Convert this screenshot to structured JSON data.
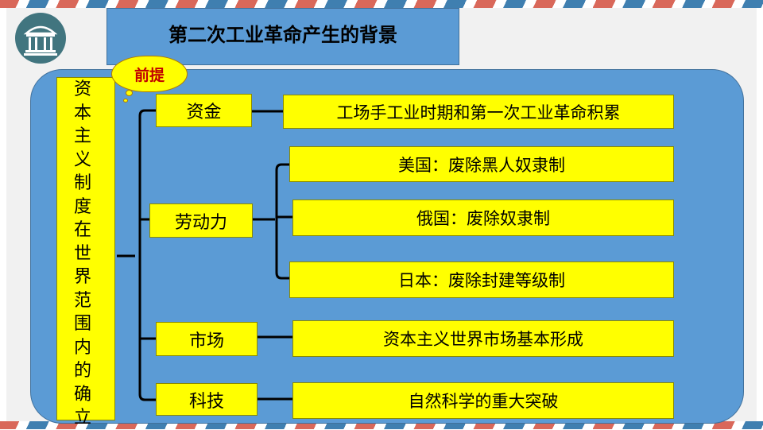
{
  "slide": {
    "title": "第二次工业革命产生的背景",
    "premise_label": "前提",
    "premise": "资本主义制度在世界范围内的确立",
    "categories": [
      {
        "label": "资金",
        "details": [
          "工场手工业时期和第一次工业革命积累"
        ]
      },
      {
        "label": "劳动力",
        "details": [
          "美国：废除黑人奴隶制",
          "俄国：废除奴隶制",
          "日本：废除封建等级制"
        ]
      },
      {
        "label": "市场",
        "details": [
          "资本主义世界市场基本形成"
        ]
      },
      {
        "label": "科技",
        "details": [
          "自然科学的重大突破"
        ]
      }
    ]
  },
  "colors": {
    "panel_blue": "#5b9bd5",
    "box_yellow": "#ffff00",
    "logo_teal": "#41757f",
    "stripe_red": "#d9685a",
    "stripe_blue": "#3f7fb0",
    "bubble_text_red": "#c00000"
  },
  "icons": {
    "logo": "pavilion-icon"
  }
}
